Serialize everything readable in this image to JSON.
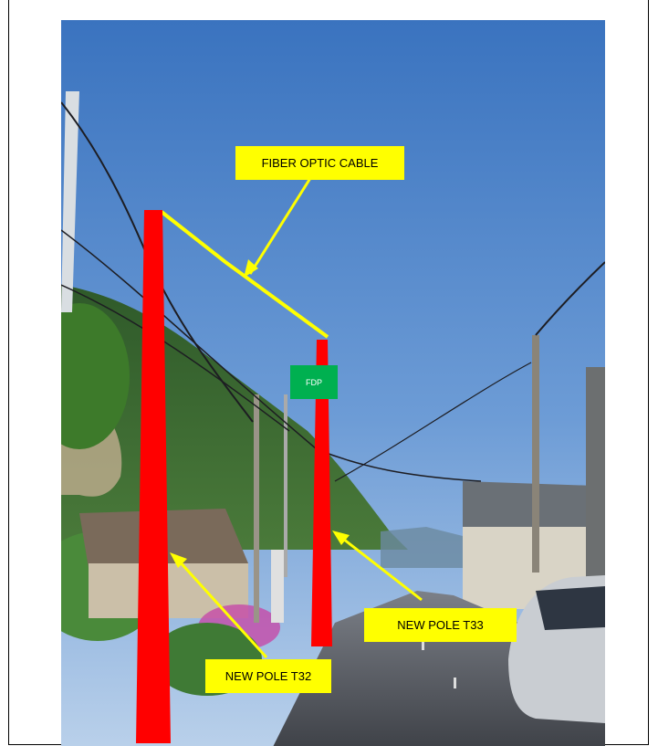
{
  "annotations": {
    "fiber_cable_label": "FIBER OPTIC CABLE",
    "fdp_label": "FDP",
    "pole_t32_label": "NEW POLE T32",
    "pole_t33_label": "NEW POLE T33"
  },
  "colors": {
    "pole_red": "#ff0000",
    "label_yellow": "#ffff00",
    "fdp_green": "#00b050",
    "sky_top": "#3f78c2",
    "sky_bottom": "#a8c6e6"
  },
  "icons": {
    "cable_arrow": "arrow",
    "pole_arrows": "arrow"
  }
}
